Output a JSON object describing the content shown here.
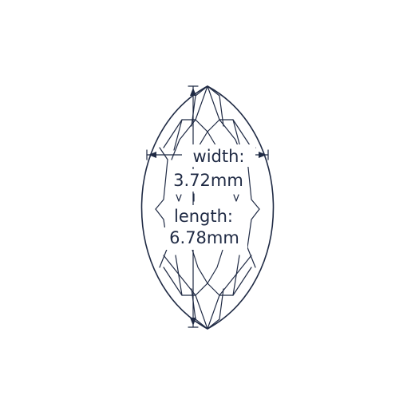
{
  "diagram": {
    "shape": "marquise",
    "colors": {
      "line": "#1f2a44",
      "background": "#ffffff"
    },
    "width_label": "width:",
    "width_value": "3.72mm",
    "length_label": "length:",
    "length_value": "6.78mm"
  }
}
